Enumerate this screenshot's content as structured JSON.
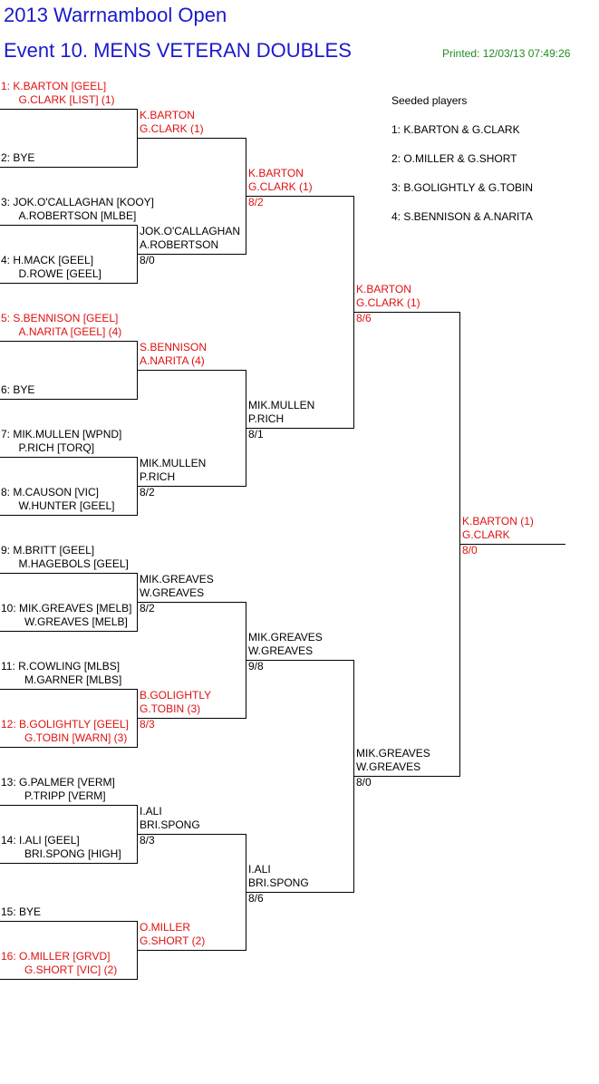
{
  "header": {
    "title": "2013 Warrnambool Open",
    "event": "Event 10. MENS VETERAN DOUBLES",
    "printed": "Printed: 12/03/13 07:49:26"
  },
  "seeds": {
    "heading": "Seeded players",
    "items": [
      "1: K.BARTON & G.CLARK",
      "2: O.MILLER & G.SHORT",
      "3: B.GOLIGHTLY & G.TOBIN",
      "4: S.BENNISON & A.NARITA"
    ]
  },
  "colors": {
    "title": "#1a1acc",
    "seeded": "#e01010",
    "printed": "#228b22"
  },
  "draw": [
    {
      "l1": "1: K.BARTON [GEEL]",
      "l2": "G.CLARK [LIST] (1)",
      "red": true
    },
    {
      "l1": "2: BYE",
      "l2": "",
      "red": false
    },
    {
      "l1": "3: JOK.O'CALLAGHAN [KOOY]",
      "l2": "A.ROBERTSON [MLBE]",
      "red": false
    },
    {
      "l1": "4: H.MACK [GEEL]",
      "l2": "D.ROWE [GEEL]",
      "red": false
    },
    {
      "l1": "5: S.BENNISON [GEEL]",
      "l2": "A.NARITA [GEEL] (4)",
      "red": true
    },
    {
      "l1": "6: BYE",
      "l2": "",
      "red": false
    },
    {
      "l1": "7: MIK.MULLEN [WPND]",
      "l2": "P.RICH [TORQ]",
      "red": false
    },
    {
      "l1": "8: M.CAUSON [VIC]",
      "l2": "W.HUNTER [GEEL]",
      "red": false
    },
    {
      "l1": "9: M.BRITT [GEEL]",
      "l2": "M.HAGEBOLS [GEEL]",
      "red": false
    },
    {
      "l1": "10: MIK.GREAVES [MELB]",
      "l2": "W.GREAVES [MELB]",
      "red": false
    },
    {
      "l1": "11: R.COWLING [MLBS]",
      "l2": "M.GARNER [MLBS]",
      "red": false
    },
    {
      "l1": "12: B.GOLIGHTLY [GEEL]",
      "l2": "G.TOBIN [WARN] (3)",
      "red": true
    },
    {
      "l1": "13: G.PALMER [VERM]",
      "l2": "P.TRIPP [VERM]",
      "red": false
    },
    {
      "l1": "14: I.ALI [GEEL]",
      "l2": "BRI.SPONG [HIGH]",
      "red": false
    },
    {
      "l1": "15: BYE",
      "l2": "",
      "red": false
    },
    {
      "l1": "16: O.MILLER [GRVD]",
      "l2": "G.SHORT [VIC] (2)",
      "red": true
    }
  ],
  "round2": [
    {
      "l1": "K.BARTON",
      "l2": "G.CLARK (1)",
      "score": "",
      "red": true
    },
    {
      "l1": "JOK.O'CALLAGHAN",
      "l2": "A.ROBERTSON",
      "score": "8/0",
      "red": false
    },
    {
      "l1": "S.BENNISON",
      "l2": "A.NARITA (4)",
      "score": "",
      "red": true
    },
    {
      "l1": "MIK.MULLEN",
      "l2": "P.RICH",
      "score": "8/2",
      "red": false
    },
    {
      "l1": "MIK.GREAVES",
      "l2": "W.GREAVES",
      "score": "8/2",
      "red": false
    },
    {
      "l1": "B.GOLIGHTLY",
      "l2": "G.TOBIN (3)",
      "score": "8/3",
      "red": true
    },
    {
      "l1": "I.ALI",
      "l2": "BRI.SPONG",
      "score": "8/3",
      "red": false
    },
    {
      "l1": "O.MILLER",
      "l2": "G.SHORT (2)",
      "score": "",
      "red": true
    }
  ],
  "quarterfinals": [
    {
      "l1": "K.BARTON",
      "l2": "G.CLARK (1)",
      "score": "8/2",
      "red": true
    },
    {
      "l1": "MIK.MULLEN",
      "l2": "P.RICH",
      "score": "8/1",
      "red": false
    },
    {
      "l1": "MIK.GREAVES",
      "l2": "W.GREAVES",
      "score": "9/8",
      "red": false
    },
    {
      "l1": "I.ALI",
      "l2": "BRI.SPONG",
      "score": "8/6",
      "red": false
    }
  ],
  "semifinals": [
    {
      "l1": "K.BARTON",
      "l2": "G.CLARK (1)",
      "score": "8/6",
      "red": true
    },
    {
      "l1": "MIK.GREAVES",
      "l2": "W.GREAVES",
      "score": "8/0",
      "red": false
    }
  ],
  "final": [
    {
      "l1": "K.BARTON (1)",
      "l2": "G.CLARK",
      "score": "8/0",
      "red": true
    }
  ]
}
